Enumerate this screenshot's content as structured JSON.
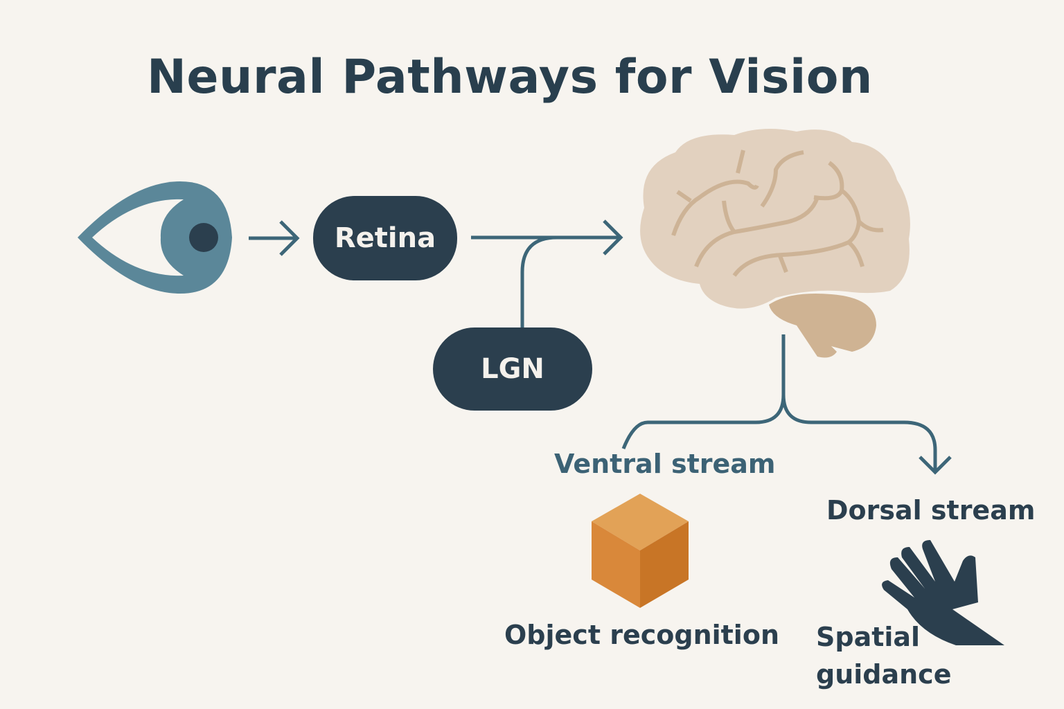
{
  "title": "Neural Pathways for Vision",
  "nodes": {
    "eye": {
      "icon": "eye-icon"
    },
    "retina": {
      "label": "Retina"
    },
    "lgn": {
      "label": "LGN"
    },
    "brain": {
      "icon": "brain-icon"
    }
  },
  "streams": {
    "ventral": {
      "label": "Ventral stream",
      "function": "Object recognition",
      "icon": "cube-icon"
    },
    "dorsal": {
      "label": "Dorsal stream",
      "function": "Spatial guidance",
      "icon": "hand-icon"
    }
  },
  "colors": {
    "background": "#f7f4ef",
    "primary_dark": "#2b3f4e",
    "arrow": "#3d6678",
    "eye": "#5b8799",
    "brain": "#e2d1bf",
    "brain_sulci": "#cdb396",
    "cerebellum": "#cfb393",
    "cube": "#d8893a"
  }
}
